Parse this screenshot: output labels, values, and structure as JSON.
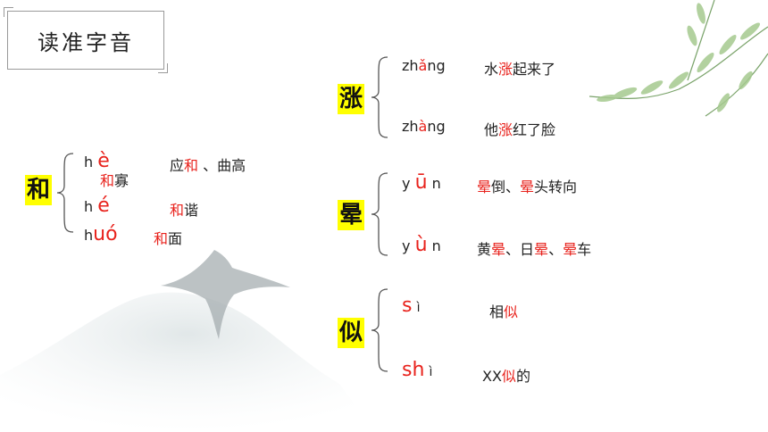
{
  "title": "读准字音",
  "left": {
    "char": "和",
    "lines": [
      {
        "py_pre": "h",
        "py_tone": "è",
        "py_post": "",
        "words_a": "应",
        "words_a_red": "和",
        "words_b": "、曲高",
        "extra_red": "和",
        "extra": "寡"
      },
      {
        "py_pre": "h",
        "py_tone": "é",
        "py_post": "",
        "w_red": "和",
        "w": "谐"
      },
      {
        "py_pre": "h",
        "py_tone": "uó",
        "py_post": "",
        "w_red": "和",
        "w": "面"
      }
    ]
  },
  "zhang": {
    "char": "涨",
    "l1": {
      "p1": "zh",
      "p2": "ǎ",
      "p3": "ng",
      "w1": "水",
      "w2": "涨",
      "w3": "起来了"
    },
    "l2": {
      "p1": "zh",
      "p2": "à",
      "p3": "ng",
      "w1": "他",
      "w2": "涨",
      "w3": "红了脸"
    }
  },
  "yun": {
    "char": "晕",
    "l1": {
      "p1": "y",
      "p2": "ū",
      "p3": "n",
      "a": "晕",
      "b": "倒、",
      "c": "晕",
      "d": "头转向"
    },
    "l2": {
      "p1": "y",
      "p2": "ù",
      "p3": "n",
      "a": "黄",
      "b": "晕",
      "c": "、日",
      "d": "晕",
      "e": "、",
      "f": "晕",
      "g": "车"
    }
  },
  "si": {
    "char": "似",
    "l1": {
      "p1": "s",
      "p2": "ì",
      "w1": "相",
      "w2": "似"
    },
    "l2": {
      "p1": "sh",
      "p2": "ì",
      "w1": "XX",
      "w2": "似",
      "w3": "的"
    }
  }
}
